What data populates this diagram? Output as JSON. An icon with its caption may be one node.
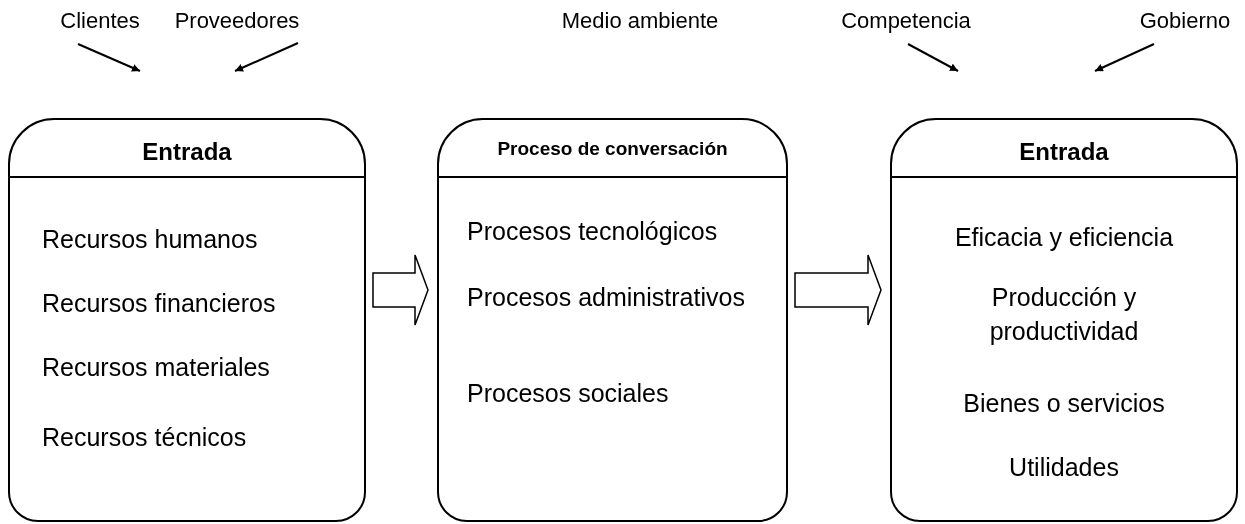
{
  "diagram": {
    "nodes": [
      {
        "text": [
          "Clientes"
        ]
      },
      {
        "text": [
          "Proveedores"
        ]
      },
      {
        "text": [
          "Competencia"
        ]
      },
      {
        "text": [
          "Gobierno"
        ]
      },
      {
        "text": [
          "Entrada",
          "Recursos humanos",
          "Recursos financieros",
          "Recursos materiales",
          "Recursos técnicos"
        ]
      },
      {
        "text": [
          "Proceso de conversación",
          "Procesos tecnológicos",
          "Procesos administrativos",
          "Procesos sociales"
        ]
      },
      {
        "text": [
          "Entrada",
          "Eficacia y eficiencia",
          "Producción y productividad",
          "Bienes o servicios",
          "Utilidades"
        ]
      }
    ],
    "edges": [
      {
        "from": 0,
        "to": null,
        "arrow": "to"
      },
      {
        "from": 1,
        "to": null,
        "arrow": "to"
      },
      {
        "from": 2,
        "to": null,
        "arrow": "to"
      },
      {
        "from": 3,
        "to": null,
        "arrow": "to"
      },
      {
        "from": 4,
        "to": 5,
        "arrow": "to",
        "style": "thick"
      },
      {
        "from": 5,
        "to": 6,
        "arrow": "to",
        "style": "thick"
      }
    ],
    "labels": [
      "Medio ambiente"
    ]
  }
}
